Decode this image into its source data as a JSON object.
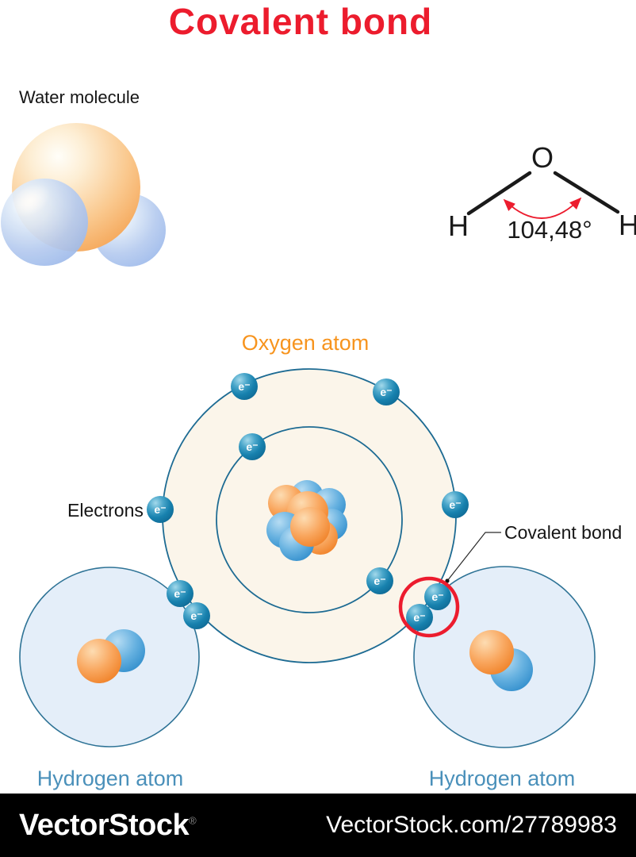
{
  "title": "Covalent bond",
  "water_molecule": {
    "label": "Water molecule"
  },
  "structural_formula": {
    "oxygen_symbol": "O",
    "hydrogen_left_symbol": "H",
    "hydrogen_right_symbol": "H",
    "bond_angle": "104,48°"
  },
  "atom_diagram": {
    "oxygen_label": "Oxygen atom",
    "electrons_label": "Electrons",
    "covalent_bond_label": "Covalent bond",
    "hydrogen_left_label": "Hydrogen atom",
    "hydrogen_right_label": "Hydrogen atom",
    "electron_symbol": "e⁻"
  },
  "watermark": {
    "brand": "VectorStock",
    "registered_mark": "®",
    "url": "VectorStock.com/27789983"
  },
  "colors": {
    "title_red": "#ec1c2d",
    "oxygen_label_orange": "#f7941e",
    "hydrogen_label_blue": "#4a90ba",
    "orbit_teal": "#1d6b93",
    "oxygen_fill_cream": "#fbf5ea",
    "hydrogen_fill_blue": "#e4eef9",
    "covalent_circle_red": "#ec1c2e",
    "electron_blue": "#1781ae",
    "proton_orange": "#ef7e23",
    "neutron_blue": "#2f8ccb",
    "watermark_bar_black": "#000000"
  }
}
